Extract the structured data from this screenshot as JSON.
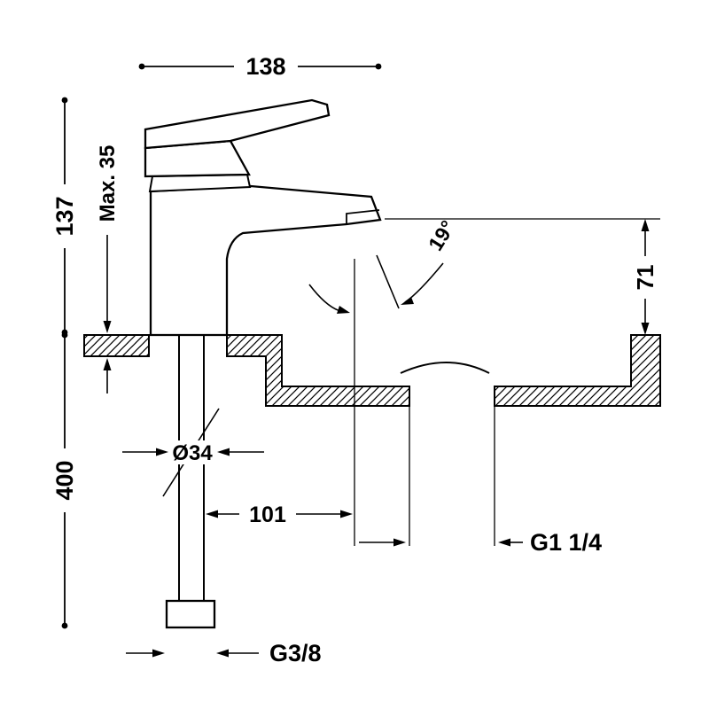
{
  "page": {
    "background": "#ffffff",
    "line_color": "#000000"
  },
  "diagram": {
    "kind": "technical-dimension-drawing",
    "subject": "single-lever-basin-mixer-side-view",
    "labels": {
      "width_top": "138",
      "height_left": "137",
      "max_thickness": "Max. 35",
      "length_below": "400",
      "diameter": "Ø34",
      "reach": "101",
      "angle": "19°",
      "height_right": "71",
      "waste_thread": "G1 1/4",
      "inlet_thread": "G3/8"
    }
  }
}
